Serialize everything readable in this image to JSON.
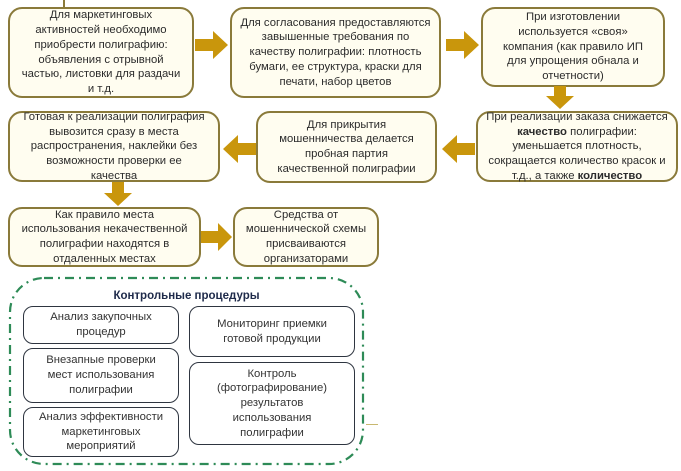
{
  "flow": {
    "boxes": [
      {
        "id": "b1",
        "text": "Для маркетинговых\nактивностей необходимо\nприобрести полиграфию:\nобъявления с отрывной\nчастью, листовки для раздачи\nи т.д."
      },
      {
        "id": "b2",
        "text": "Для согласования предоставляются\nзавышенные требования по\nкачеству полиграфии: плотность\nбумаги, ее структура, краски для\nпечати, набор цветов"
      },
      {
        "id": "b3",
        "text": "При изготовлении\nиспользуется «своя»\nкомпания (как правило ИП\nдля упрощения обнала и\nотчетности)"
      },
      {
        "id": "b4",
        "line1": "При реализации заказа снижается",
        "bold1": "качество",
        "line2": " полиграфии:",
        "line3": "уменьшается плотность,",
        "line4": "сокращается количество красок и",
        "line5": "т.д., а также ",
        "bold2": "количество"
      },
      {
        "id": "b5",
        "text": "Для прикрытия\nмошенничества делается\nпробная партия\nкачественной полиграфии"
      },
      {
        "id": "b6",
        "text": "Готовая к реализации полиграфия\nвывозится сразу в места\nраспространения, наклейки без\nвозможности проверки ее\nкачества"
      },
      {
        "id": "b7",
        "text": "Как правило места\nиспользования некачественной\nполиграфии находятся в\nотдаленных местах"
      },
      {
        "id": "b8",
        "text": "Средства от\nмошеннической схемы\nприсваиваются\nорганизаторами"
      }
    ]
  },
  "control": {
    "title": "Контрольные процедуры",
    "left": [
      "Анализ закупочных\nпроцедур",
      "Внезапные проверки\nмест использования\nполиграфии",
      "Анализ эффективности\nмаркетинговых\nмероприятий"
    ],
    "right": [
      "Мониторинг приемки\nготовой продукции",
      "Контроль\n(фотографирование)\nрезультатов\nиспользования\nполиграфии"
    ]
  },
  "colors": {
    "arrow": "#c9960c",
    "box_border": "#8a7a3a",
    "box_fill": "#fffdf0",
    "control_frame": "#2e8b57"
  }
}
